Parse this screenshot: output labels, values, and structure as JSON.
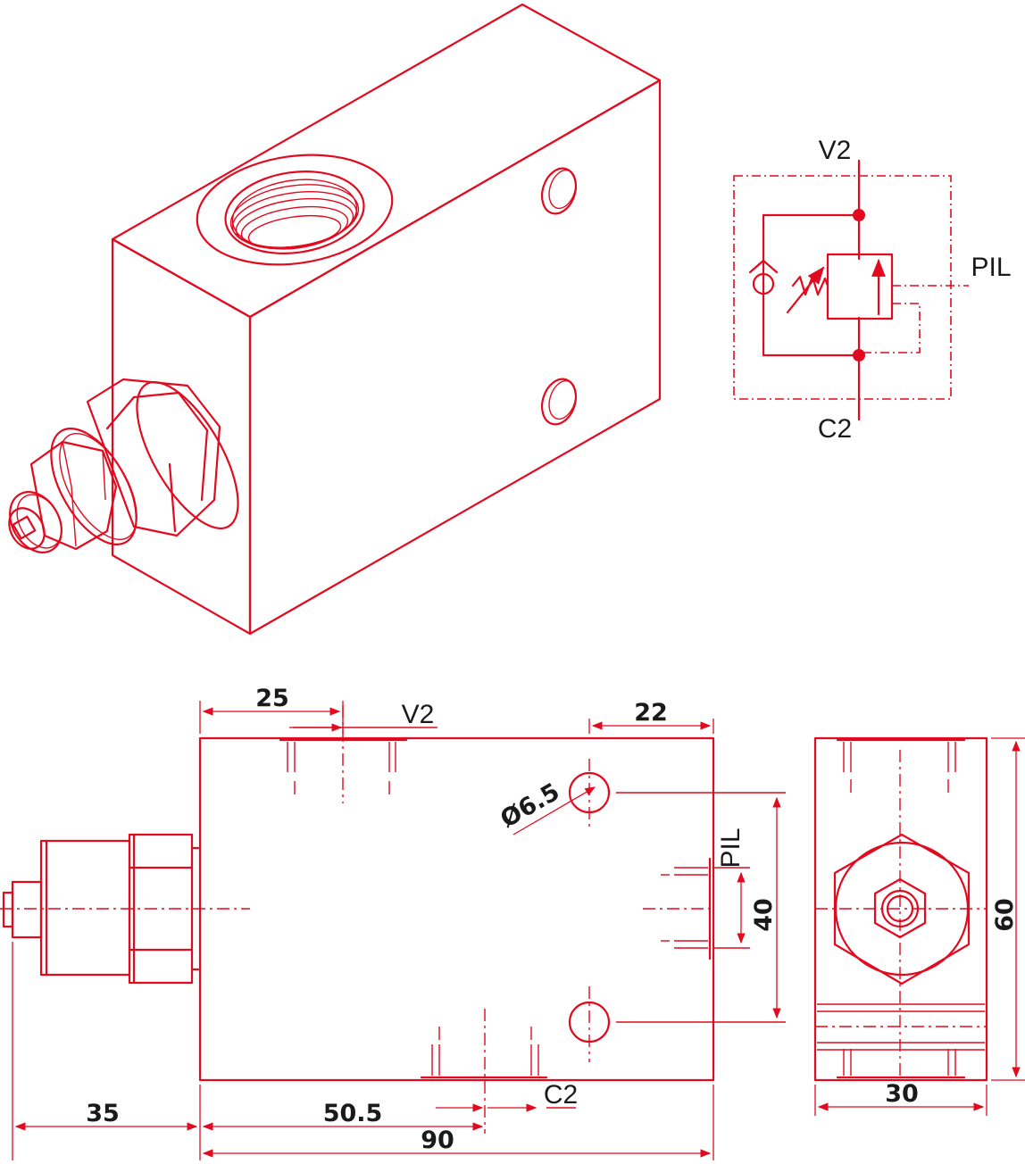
{
  "colors": {
    "line": "#e10a1e",
    "text": "#1a1a1a",
    "background": "#ffffff"
  },
  "schematic": {
    "port_v2": "V2",
    "port_c2": "C2",
    "port_pil": "PIL"
  },
  "front_view": {
    "port_v2": "V2",
    "port_c2": "C2",
    "port_pil": "PIL",
    "dim_25": "25",
    "dim_22": "22",
    "dim_hole": "Ø6.5",
    "dim_40": "40",
    "dim_35": "35",
    "dim_50_5": "50.5",
    "dim_90": "90"
  },
  "side_view": {
    "dim_60": "60",
    "dim_30": "30"
  }
}
